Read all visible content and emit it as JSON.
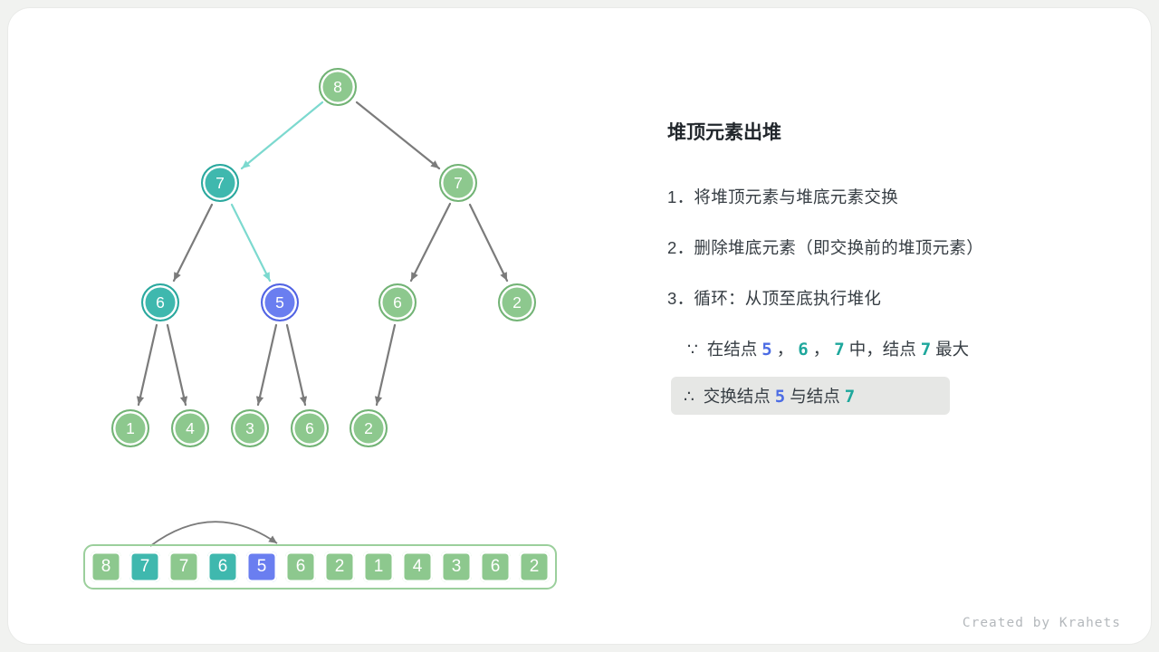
{
  "colors": {
    "page_bg": "#f1f2f0",
    "card_bg": "#ffffff",
    "green": "#8dc88e",
    "green_border": "#72b375",
    "teal": "#3fb8ae",
    "teal_border": "#2aa89e",
    "blue": "#6a7ef0",
    "blue_border": "#5163e3",
    "array_border": "#9bcf9c",
    "edge_gray": "#7b7b7b",
    "edge_teal": "#7cd9cf",
    "text_blue": "#4c6ce4",
    "text_teal": "#1ea79c",
    "text_dark": "#363d43",
    "text_title": "#22272c",
    "highlight_bg": "#e6e7e5",
    "watermark_color": "#b4b8bc"
  },
  "figure": {
    "title": "堆顶元素出堆",
    "steps": [
      "1．将堆顶元素与堆底元素交换",
      "2．删除堆底元素（即交换前的堆顶元素）",
      "3．循环：从顶至底执行堆化"
    ],
    "because": {
      "symbol": "∵",
      "parts": [
        {
          "t": "在结点"
        },
        {
          "t": "5",
          "color": "tblue"
        },
        {
          "t": "，"
        },
        {
          "t": "6",
          "color": "tteal"
        },
        {
          "t": "，"
        },
        {
          "t": "7",
          "color": "tteal"
        },
        {
          "t": "中，结点"
        },
        {
          "t": "7",
          "color": "tteal"
        },
        {
          "t": "最大"
        }
      ]
    },
    "therefore": {
      "symbol": "∴",
      "parts": [
        {
          "t": "交换结点"
        },
        {
          "t": "5",
          "color": "tblue"
        },
        {
          "t": "与结点"
        },
        {
          "t": "7",
          "color": "tteal"
        }
      ]
    }
  },
  "tree": {
    "nodes": [
      {
        "value": "8",
        "color": "green"
      },
      {
        "value": "7",
        "color": "teal"
      },
      {
        "value": "7",
        "color": "green"
      },
      {
        "value": "6",
        "color": "teal"
      },
      {
        "value": "5",
        "color": "blue"
      },
      {
        "value": "6",
        "color": "green"
      },
      {
        "value": "2",
        "color": "green"
      },
      {
        "value": "1",
        "color": "green"
      },
      {
        "value": "4",
        "color": "green"
      },
      {
        "value": "3",
        "color": "green"
      },
      {
        "value": "6",
        "color": "green"
      },
      {
        "value": "2",
        "color": "green"
      }
    ],
    "edges": [
      {
        "from": 0,
        "to": 1,
        "highlight": true
      },
      {
        "from": 0,
        "to": 2,
        "highlight": false
      },
      {
        "from": 1,
        "to": 3,
        "highlight": false
      },
      {
        "from": 1,
        "to": 4,
        "highlight": true
      },
      {
        "from": 2,
        "to": 5,
        "highlight": false
      },
      {
        "from": 2,
        "to": 6,
        "highlight": false
      },
      {
        "from": 3,
        "to": 7,
        "highlight": false
      },
      {
        "from": 3,
        "to": 8,
        "highlight": false
      },
      {
        "from": 4,
        "to": 9,
        "highlight": false
      },
      {
        "from": 4,
        "to": 10,
        "highlight": false
      },
      {
        "from": 5,
        "to": 11,
        "highlight": false
      }
    ]
  },
  "array": {
    "cells": [
      {
        "value": "8",
        "color": "green"
      },
      {
        "value": "7",
        "color": "teal"
      },
      {
        "value": "7",
        "color": "green"
      },
      {
        "value": "6",
        "color": "teal"
      },
      {
        "value": "5",
        "color": "blue"
      },
      {
        "value": "6",
        "color": "green"
      },
      {
        "value": "2",
        "color": "green"
      },
      {
        "value": "1",
        "color": "green"
      },
      {
        "value": "4",
        "color": "green"
      },
      {
        "value": "3",
        "color": "green"
      },
      {
        "value": "6",
        "color": "green"
      },
      {
        "value": "2",
        "color": "green"
      }
    ],
    "swap_between_indices": [
      1,
      4
    ]
  },
  "watermark": "Created by Krahets"
}
